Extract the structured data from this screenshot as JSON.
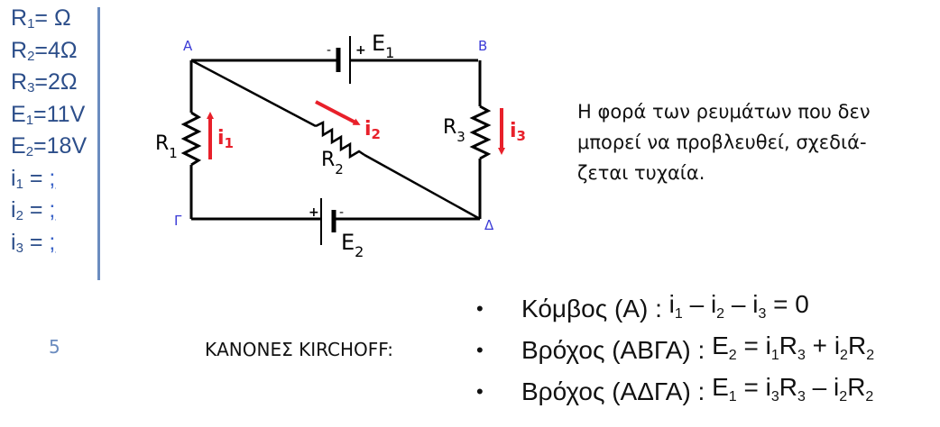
{
  "given": {
    "R1": {
      "sym": "R",
      "sub": "1",
      "rest": "=  Ω"
    },
    "R2": {
      "sym": "R",
      "sub": "2",
      "rest": "=4Ω"
    },
    "R3": {
      "sym": "R",
      "sub": "3",
      "rest": "=2Ω"
    },
    "E1": {
      "sym": "E",
      "sub": "1",
      "rest": "=11V"
    },
    "E2": {
      "sym": "E",
      "sub": "2",
      "rest": "=18V"
    },
    "i1": {
      "sym": "i",
      "sub": "1",
      "eq": " = ",
      "q": ";"
    },
    "i2": {
      "sym": "i",
      "sub": "2",
      "eq": " = ",
      "q": ";"
    },
    "i3": {
      "sym": "i",
      "sub": "3",
      "eq": " = ",
      "q": ";"
    }
  },
  "circuit": {
    "nodes": {
      "A": "Α",
      "B": "Β",
      "G": "Γ",
      "D": "Δ"
    },
    "labels": {
      "E1": "E",
      "E1_sub": "1",
      "E2": "E",
      "E2_sub": "2",
      "R1": "R",
      "R1_sub": "1",
      "R2": "R",
      "R2_sub": "2",
      "R3": "R",
      "R3_sub": "3",
      "i1": "i",
      "i1_sub": "1",
      "i2": "i",
      "i2_sub": "2",
      "i3": "i",
      "i3_sub": "3",
      "plus": "+",
      "minus": "-"
    },
    "colors": {
      "wire": "#000000",
      "current": "#e8202a",
      "node": "#3b3bd6"
    }
  },
  "note": [
    "Η φορά των ρευμάτων που δεν",
    "μπορεί να προβλευθεί, σχεδιά-",
    "ζεται τυχαία."
  ],
  "page_number": "5",
  "kirchhoff_title": "ΚΑΝΟΝΕΣ KIRCHOFF:",
  "equations": [
    {
      "label": "Κόμβος (Α) : ",
      "parts": [
        [
          "i",
          "1"
        ],
        [
          " – ",
          ""
        ],
        [
          "i",
          "2"
        ],
        [
          " – ",
          ""
        ],
        [
          "i",
          "3"
        ],
        [
          " = 0",
          ""
        ]
      ]
    },
    {
      "label": "Βρόχος (ΑΒΓΑ) : ",
      "parts": [
        [
          "E",
          "2"
        ],
        [
          " = ",
          ""
        ],
        [
          "i",
          "1"
        ],
        [
          "R",
          "3"
        ],
        [
          " + ",
          ""
        ],
        [
          "i",
          "2"
        ],
        [
          "R",
          "2"
        ]
      ]
    },
    {
      "label": "Βρόχος (ΑΔΓΑ) : ",
      "parts": [
        [
          "E",
          "1"
        ],
        [
          " = ",
          ""
        ],
        [
          "i",
          "3"
        ],
        [
          "R",
          "3"
        ],
        [
          " – ",
          ""
        ],
        [
          "i",
          "2"
        ],
        [
          "R",
          "2"
        ]
      ]
    }
  ],
  "bullet": "•"
}
